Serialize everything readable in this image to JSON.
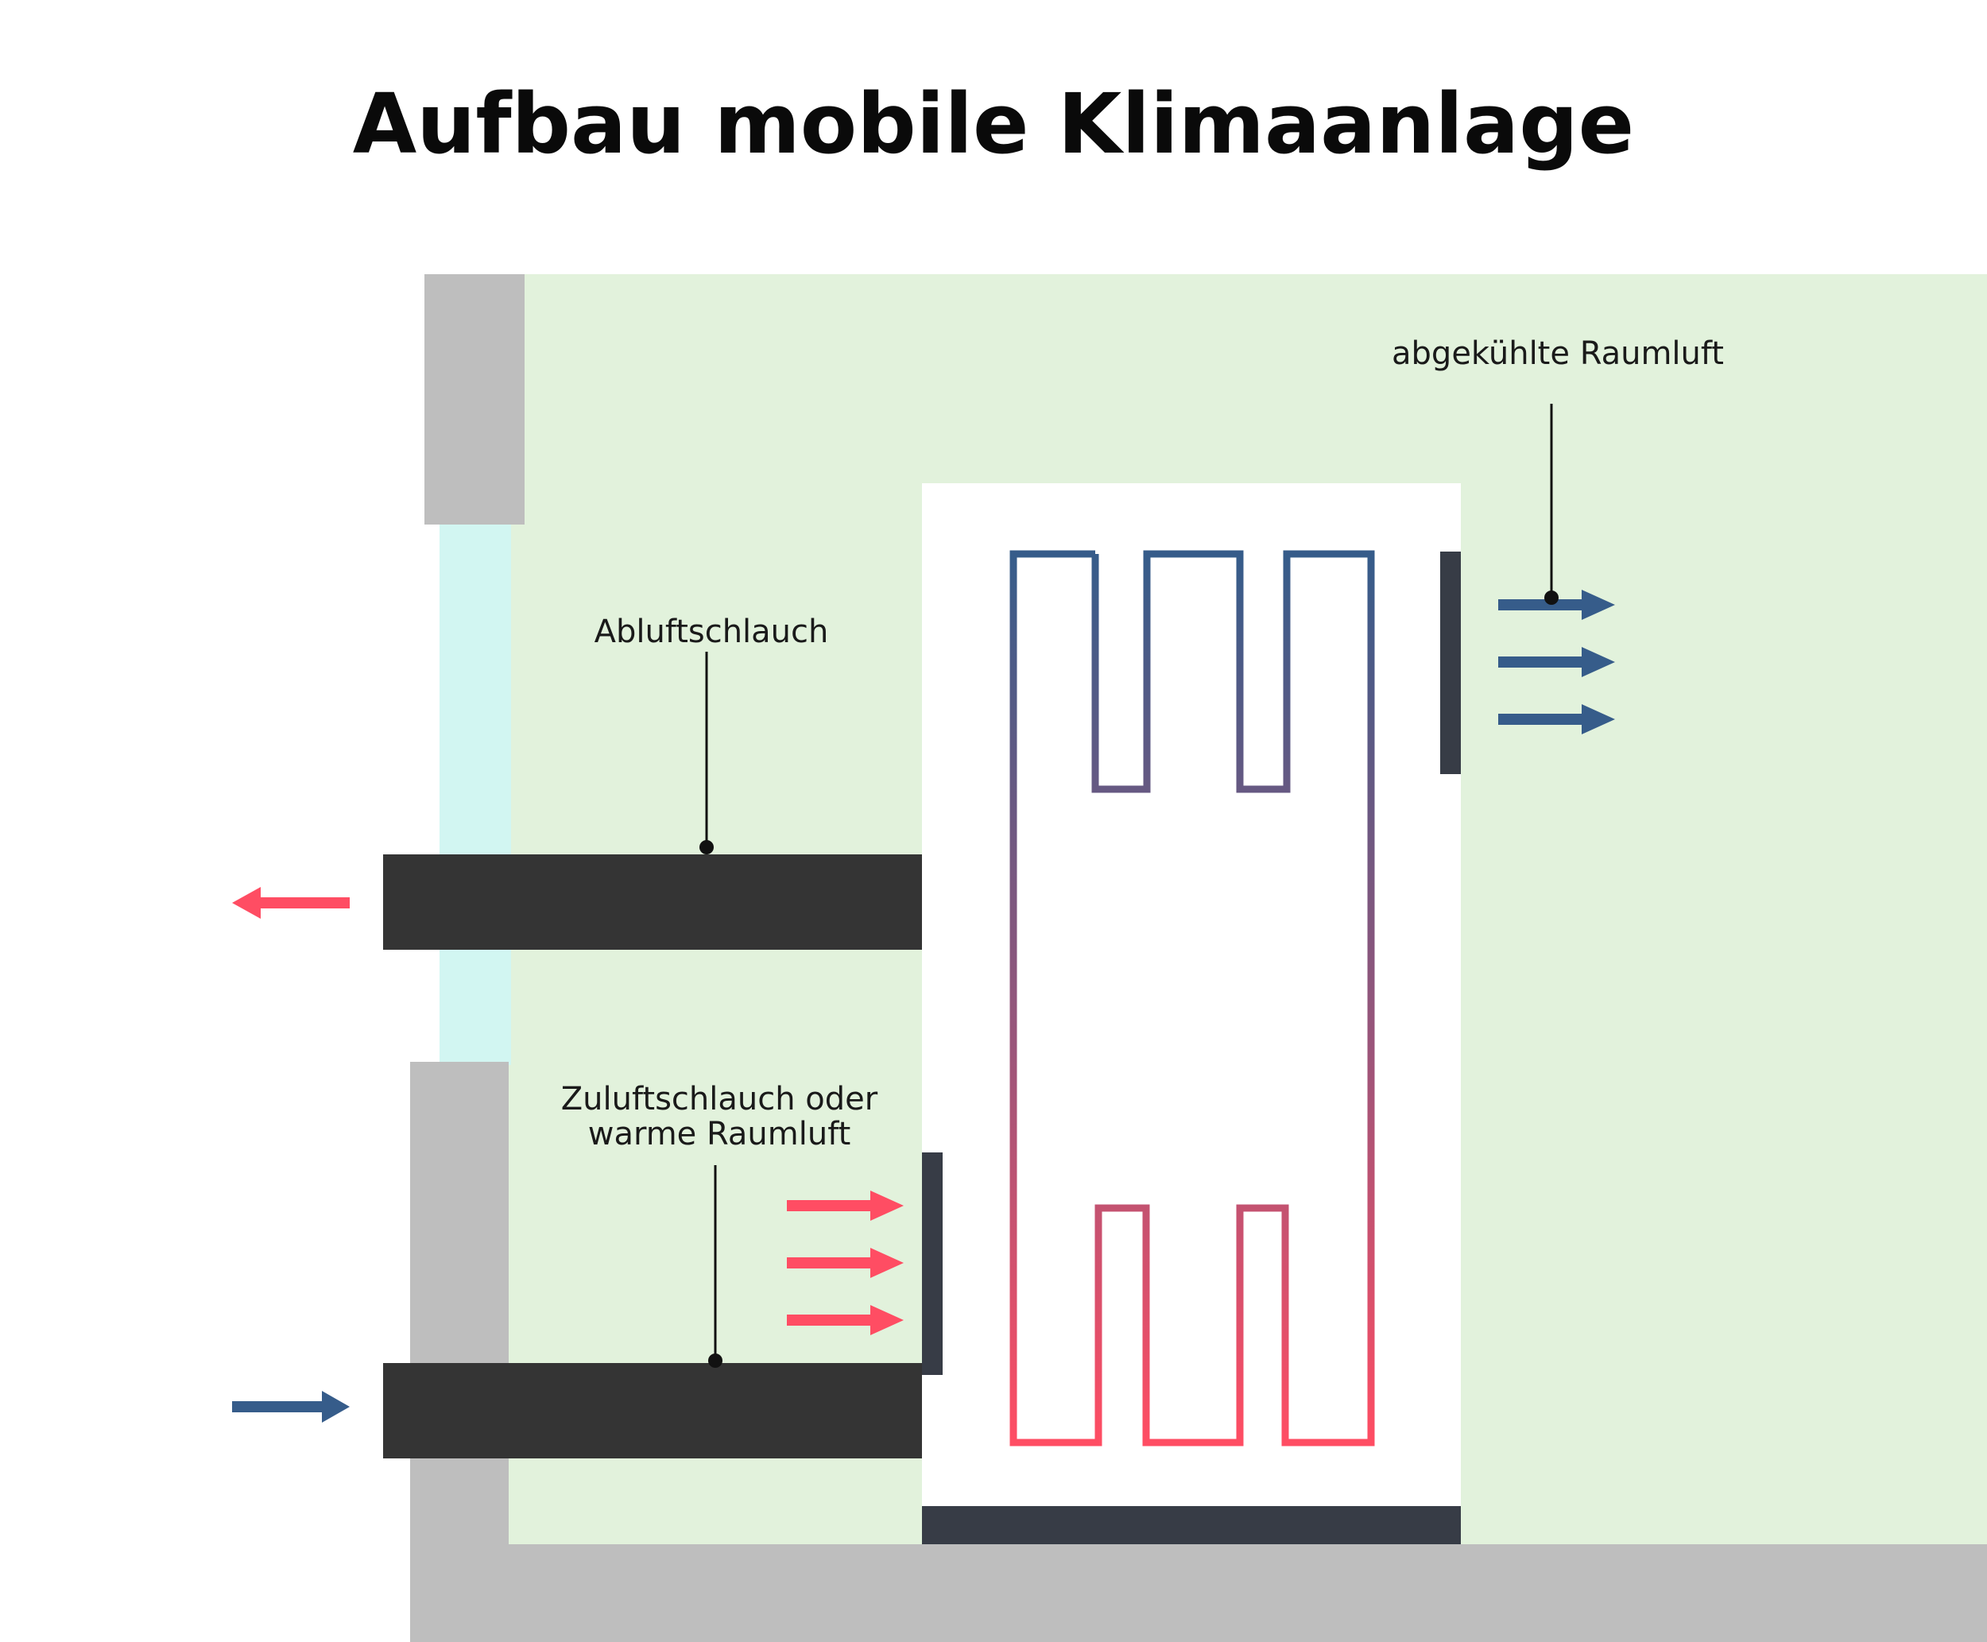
{
  "title": "Aufbau mobile Klimaanlage",
  "labels": {
    "cooled_air": "abgekühlte Raumluft",
    "exhaust_hose": "Abluftschlauch",
    "intake_line1": "Zuluftschlauch oder",
    "intake_line2": "warme Raumluft"
  },
  "colors": {
    "room": "#e2f2dc",
    "wall": "#bebebe",
    "window_glass": "#d2f6f2",
    "hose": "#343434",
    "panel": "#373c46",
    "cold": "#365c8a",
    "warm": "#ff4d63"
  }
}
